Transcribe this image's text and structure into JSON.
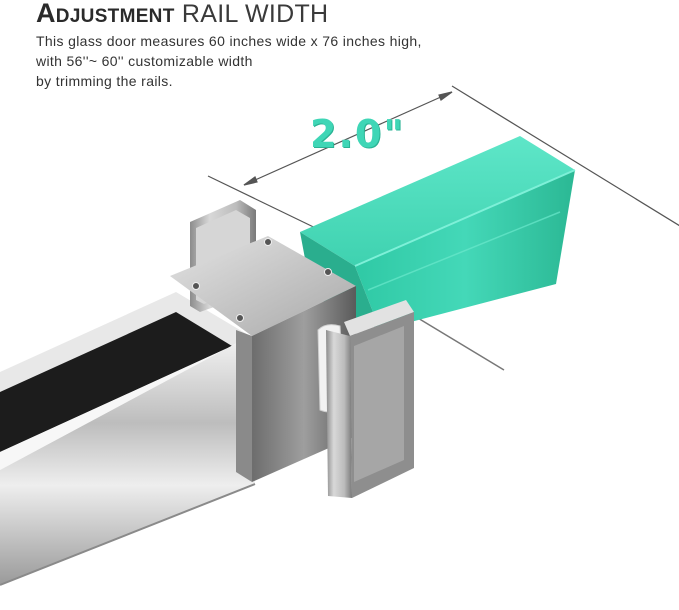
{
  "header": {
    "title_bold": "Adjustment",
    "title_light": "RAIL WIDTH"
  },
  "description": {
    "line1": "This glass door measures 60 inches wide x 76 inches high,",
    "line2": "with 56''~ 60'' customizable width",
    "line3": "by trimming the rails."
  },
  "dimension": {
    "label": "2.0\""
  },
  "colors": {
    "accent_green": "#3fd6b6",
    "text_dark": "#2a2a2a",
    "chrome": "#c9c9c9"
  }
}
